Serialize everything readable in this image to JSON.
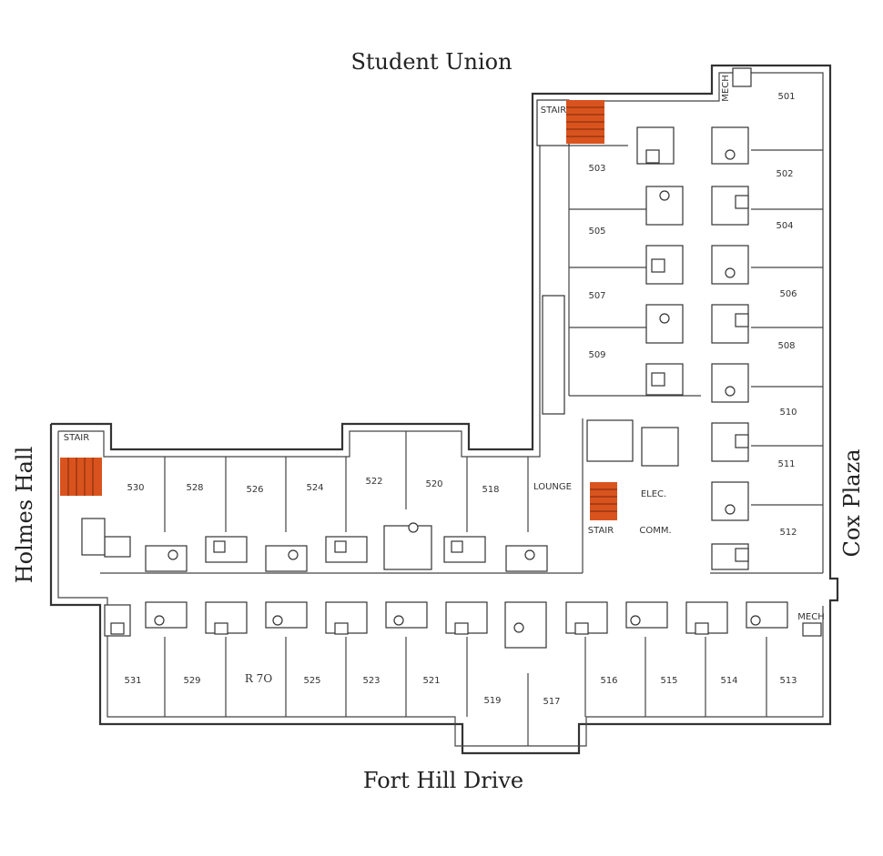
{
  "streets": {
    "north": "Student Union",
    "south": "Fort Hill Drive",
    "west": "Holmes Hall",
    "east": "Cox Plaza"
  },
  "labels": {
    "stair_top": "STAIR",
    "stair_left": "STAIR",
    "stair_mid": "STAIR",
    "mech_top": "MECH",
    "mech_right": "MECH",
    "lounge": "LOUNGE",
    "elec": "ELEC.",
    "comm": "COMM.",
    "r70": "R 7O"
  },
  "rooms": {
    "r501": "501",
    "r502": "502",
    "r503": "503",
    "r504": "504",
    "r505": "505",
    "r506": "506",
    "r507": "507",
    "r508": "508",
    "r509": "509",
    "r510": "510",
    "r511": "511",
    "r512": "512",
    "r513": "513",
    "r514": "514",
    "r515": "515",
    "r516": "516",
    "r517": "517",
    "r518": "518",
    "r519": "519",
    "r520": "520",
    "r521": "521",
    "r522": "522",
    "r523": "523",
    "r524": "524",
    "r525": "525",
    "r526": "526",
    "r528": "528",
    "r529": "529",
    "r530": "530",
    "r531": "531"
  },
  "colors": {
    "stair": "#d9531e",
    "wall": "#333333"
  }
}
